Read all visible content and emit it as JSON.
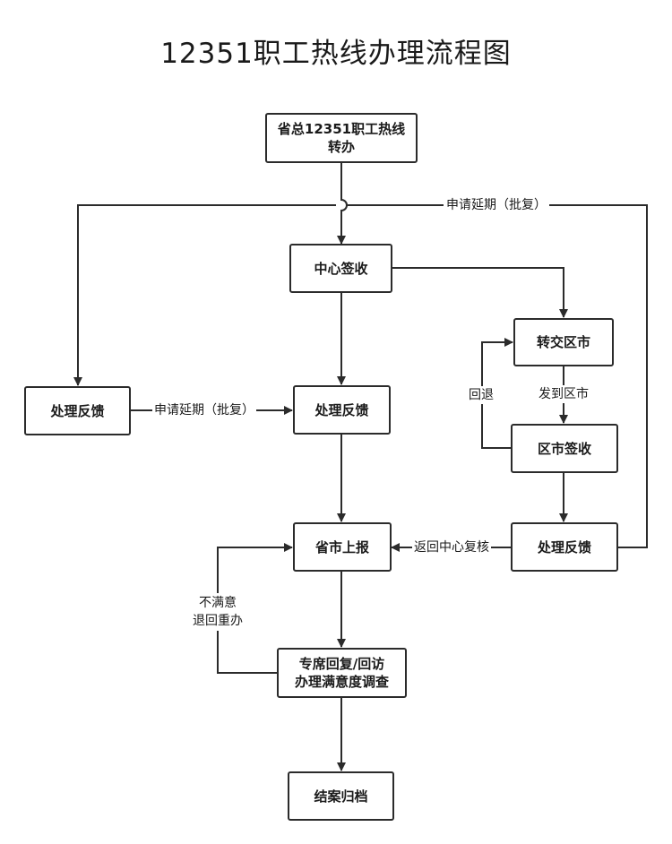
{
  "title": "12351职工热线办理流程图",
  "nodes": {
    "provincial": [
      "省总12351职工热线",
      "转办"
    ],
    "center_sign": "中心签收",
    "left_feedback": "处理反馈",
    "main_feedback": "处理反馈",
    "transfer_city": "转交区市",
    "city_sign": "区市签收",
    "city_feedback": "处理反馈",
    "report": "省市上报",
    "survey": [
      "专席回复/回访",
      "办理满意度调查"
    ],
    "archive": "结案归档"
  },
  "edge_labels": {
    "top_extension": "申请延期（批复）",
    "mid_extension": "申请延期（批复）",
    "return_back": "回退",
    "send_city": "发到区市",
    "return_center": "返回中心复核",
    "unsatisfied": [
      "不满意",
      "退回重办"
    ]
  }
}
